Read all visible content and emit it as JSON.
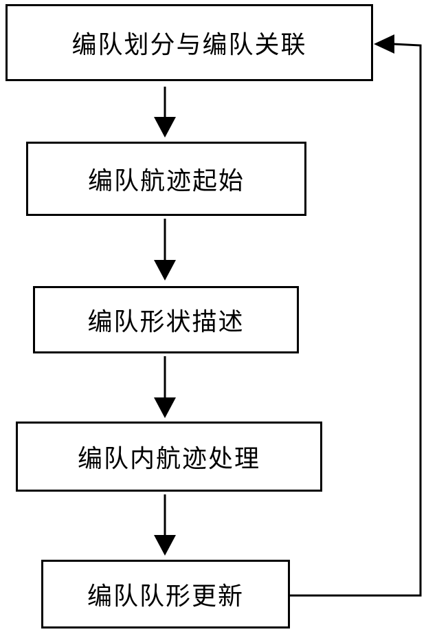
{
  "diagram": {
    "steps": [
      {
        "label": "编队划分与编队关联"
      },
      {
        "label": "编队航迹起始"
      },
      {
        "label": "编队形状描述"
      },
      {
        "label": "编队内航迹处理"
      },
      {
        "label": "编队队形更新"
      }
    ],
    "colors": {
      "line": "#000000",
      "background": "#ffffff"
    }
  }
}
